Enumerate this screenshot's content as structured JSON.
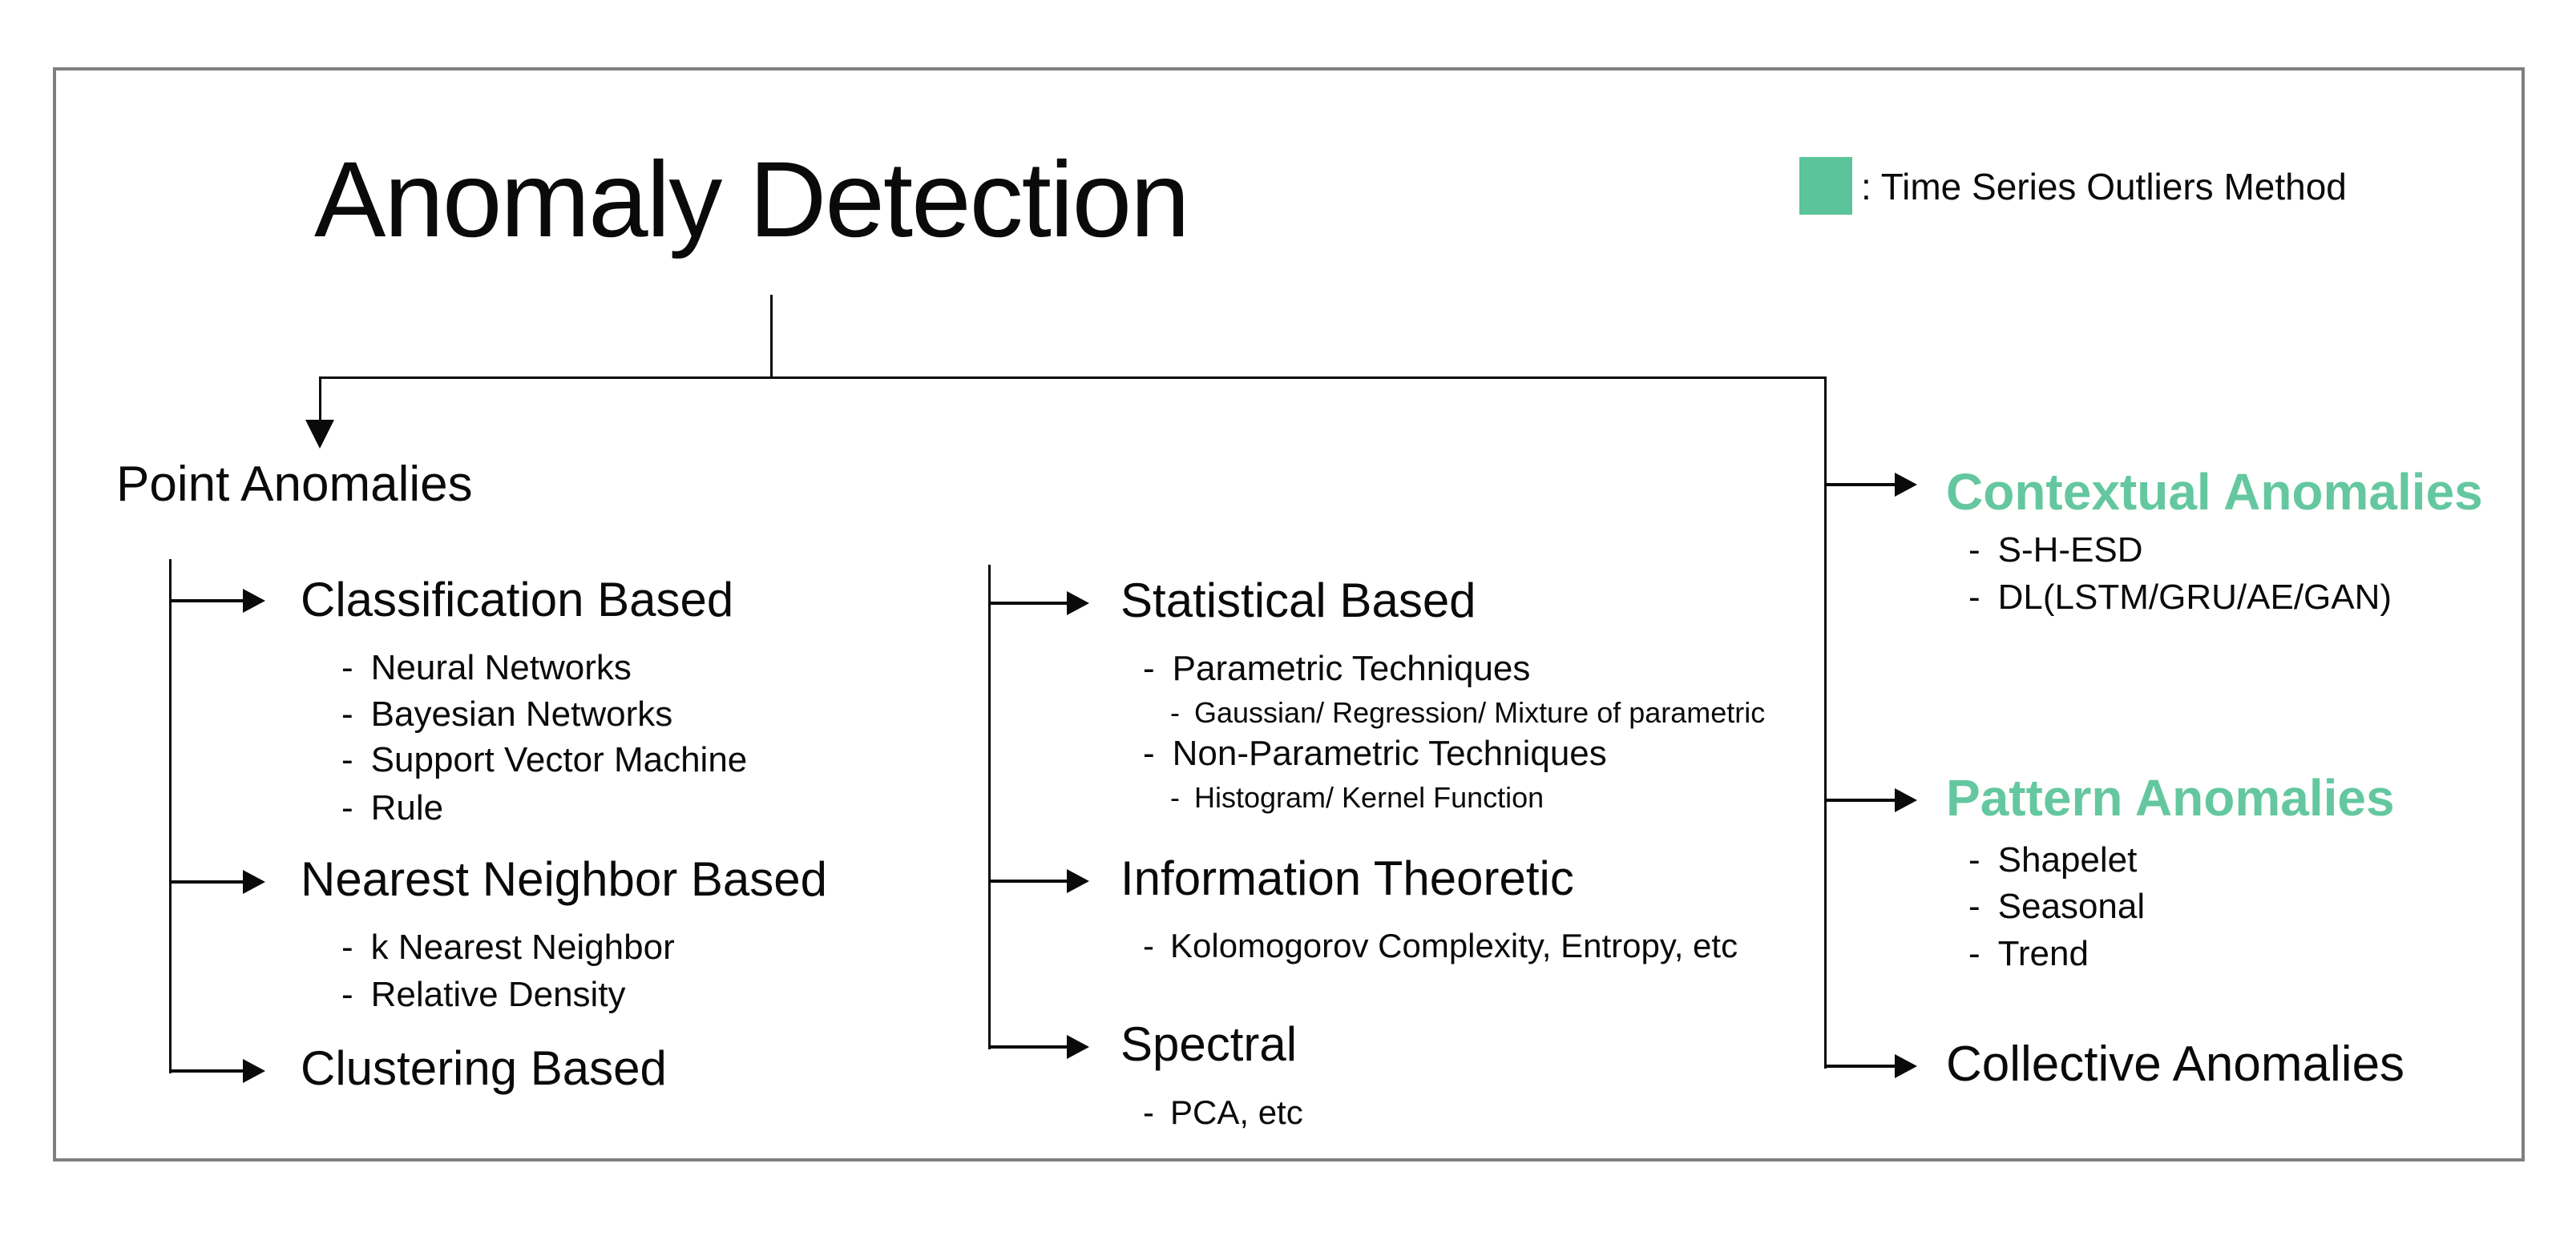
{
  "title": "Anomaly Detection",
  "legend": {
    "swatch_color": "#5BC49A",
    "label": ": Time Series Outliers Method"
  },
  "colors": {
    "highlight_green": "#64C7A0",
    "swatch_green": "#5BC49A",
    "line_black": "#0a0a0a",
    "frame_gray": "#7f7f7f"
  },
  "left": {
    "root": "Point Anomalies",
    "groups": [
      {
        "label": "Classification Based",
        "items": [
          "Neural Networks",
          "Bayesian Networks",
          "Support Vector Machine",
          "Rule"
        ]
      },
      {
        "label": "Nearest Neighbor Based",
        "items": [
          "k Nearest Neighbor",
          "Relative Density"
        ]
      },
      {
        "label": "Clustering Based",
        "items": []
      }
    ]
  },
  "middle": {
    "groups": [
      {
        "label": "Statistical Based",
        "items": [
          {
            "label": "Parametric Techniques",
            "subitems": [
              "Gaussian/ Regression/ Mixture of parametric"
            ]
          },
          {
            "label": "Non-Parametric Techniques",
            "subitems": [
              "Histogram/ Kernel Function"
            ]
          }
        ]
      },
      {
        "label": "Information Theoretic",
        "items": [
          {
            "label": "Kolomogorov Complexity, Entropy, etc",
            "subitems": []
          }
        ]
      },
      {
        "label": "Spectral",
        "items": [
          {
            "label": "PCA, etc",
            "subitems": []
          }
        ]
      }
    ]
  },
  "right": {
    "groups": [
      {
        "label": "Contextual Anomalies",
        "highlight": true,
        "items": [
          "S-H-ESD",
          "DL(LSTM/GRU/AE/GAN)"
        ]
      },
      {
        "label": "Pattern Anomalies",
        "highlight": true,
        "items": [
          "Shapelet",
          "Seasonal",
          "Trend"
        ]
      },
      {
        "label": "Collective Anomalies",
        "highlight": false,
        "items": []
      }
    ]
  }
}
